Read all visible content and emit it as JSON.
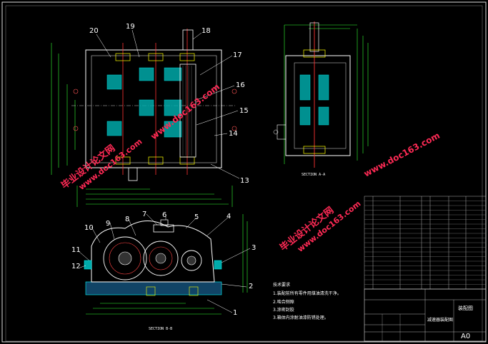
{
  "drawing": {
    "views": {
      "top_section_labels": [
        "20",
        "19",
        "18",
        "17",
        "16",
        "15",
        "14",
        "13"
      ],
      "front_section_labels": [
        "10",
        "9",
        "8",
        "7",
        "6",
        "5",
        "4",
        "3",
        "11",
        "12",
        "2",
        "1"
      ],
      "section_a_a": "SECTION A-A",
      "section_b_b": "SECTION B-B"
    },
    "notes": {
      "title": "技术要求",
      "lines": [
        "1.装配前所有零件用煤油清洗干净。",
        "2.啮合侧隙",
        "3.涂密封胶",
        "3.箱体内涂耐油漆防锈处理。"
      ]
    },
    "title_block": {
      "name": "减速器装配图",
      "sheet": "A0",
      "company": "装配图"
    },
    "watermarks": [
      {
        "line1": "毕业设计论文网",
        "line2": "www.doc163.com"
      },
      {
        "line1": "www.doc163.com"
      },
      {
        "line1": "毕业设计论文网",
        "line2": "www.doc163.com"
      },
      {
        "line1": "www.doc163.com"
      }
    ]
  }
}
